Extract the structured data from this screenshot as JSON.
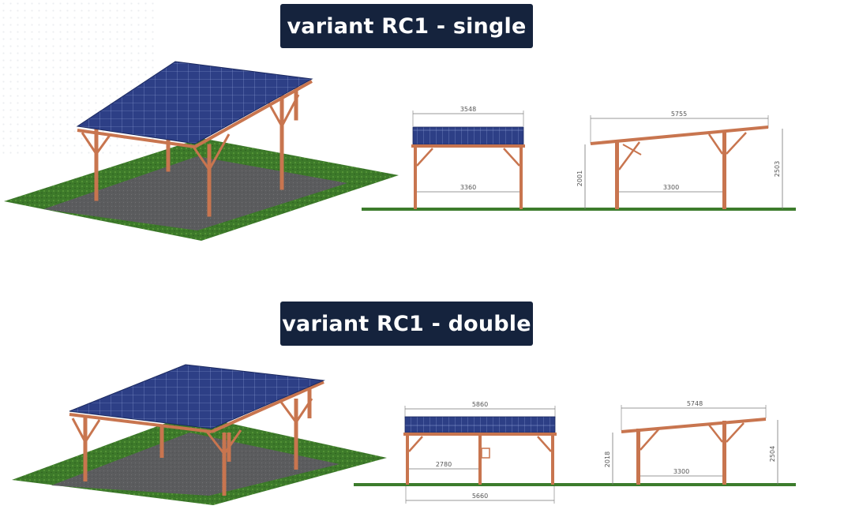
{
  "variants": [
    {
      "title": "variant RC1 - single",
      "dims": {
        "front_top_width": "3548",
        "front_inner_width": "3360",
        "side_length": "5755",
        "side_span": "3300",
        "side_low_height": "2001",
        "side_high_height": "2503"
      }
    },
    {
      "title": "variant RC1 - double",
      "dims": {
        "front_top_width": "5860",
        "front_inner_width": "2780",
        "front_bottom_width": "5660",
        "side_length": "5748",
        "side_span": "3300",
        "side_low_height": "2018",
        "side_high_height": "2504"
      }
    }
  ],
  "colors": {
    "badge_bg": "#15233d",
    "badge_text": "#ffffff",
    "frame": "#c8754f",
    "panel": "#2a3a7a",
    "grass": "#3f7f2b",
    "asphalt": "#5a5a5a"
  }
}
